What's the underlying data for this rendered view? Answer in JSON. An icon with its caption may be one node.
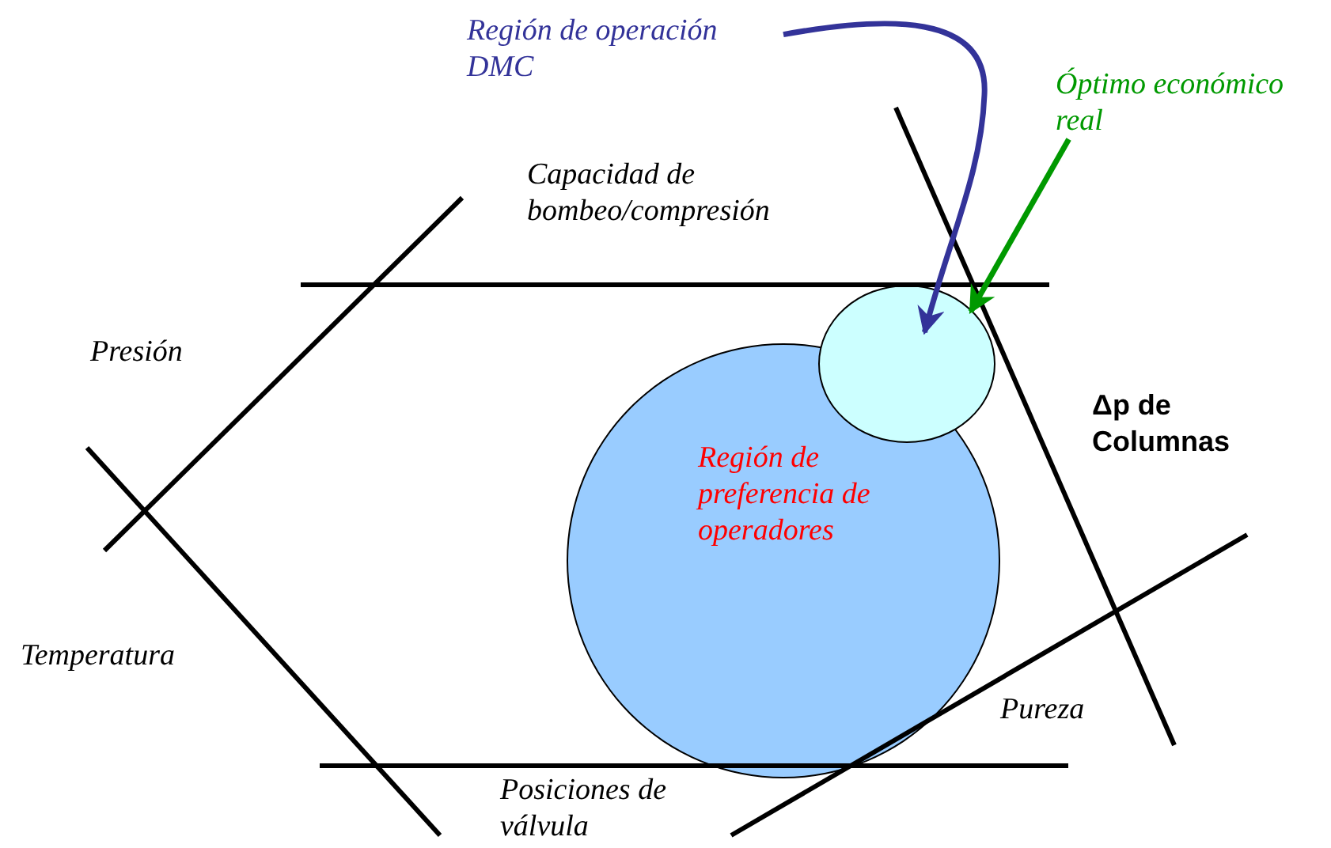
{
  "diagram": {
    "nodes": [
      {
        "text": [
          "Región de preferencia de operadores"
        ]
      },
      {
        "text": [],
        "shape": "circle"
      },
      {
        "text": [
          "Región de operación DMC"
        ]
      },
      {
        "text": [
          "Óptimo económico real"
        ]
      }
    ],
    "edges": [
      {
        "from": 2,
        "to": 1,
        "arrow": "to",
        "color": "#333399"
      },
      {
        "from": 3,
        "to": 1,
        "arrow": "to",
        "color": "#009900"
      }
    ],
    "labels": [
      "Capacidad de bombeo/compresión",
      "Presión",
      "Δp de Columnas",
      "Temperatura",
      "Pureza",
      "Posiciones de válvula"
    ]
  }
}
